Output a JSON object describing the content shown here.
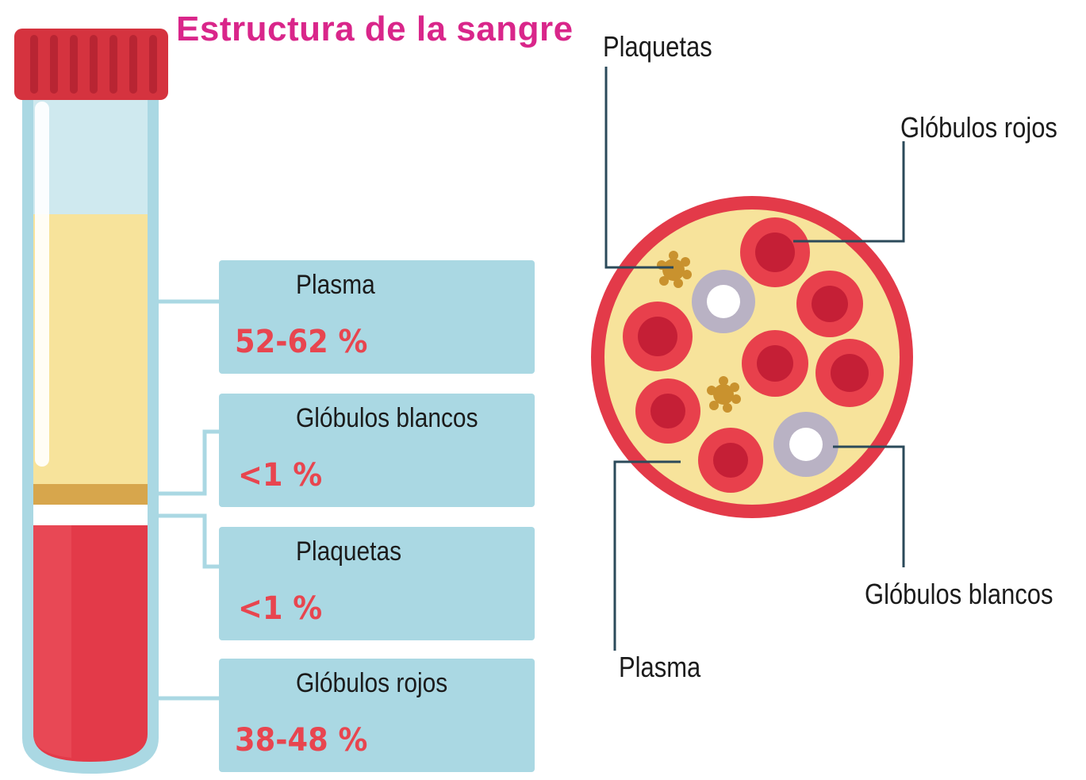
{
  "title": "Estructura de la sangre",
  "components": [
    {
      "label": "Plasma",
      "value": "52-62 %"
    },
    {
      "label": "Glóbulos blancos",
      "value": "<1 %"
    },
    {
      "label": "Plaquetas",
      "value": "<1 %"
    },
    {
      "label": "Glóbulos rojos",
      "value": "38-48 %"
    }
  ],
  "diagram_labels": {
    "platelets": "Plaquetas",
    "red_cells": "Glóbulos rojos",
    "white_cells": "Glóbulos blancos",
    "plasma": "Plasma"
  },
  "colors": {
    "title": "#d9268a",
    "card_bg": "#aad8e3",
    "value_text": "#e8454f",
    "cap": "#d5333f",
    "plasma": "#f7e39b",
    "buffy_coat": "#d7a64c",
    "blood": "#e33a49",
    "tube_glass": "#aad8e3",
    "red_cell_outer": "#e8404c",
    "red_cell_inner": "#c51f36",
    "white_cell_outer": "#b9b2c4",
    "platelet": "#c9922e"
  }
}
